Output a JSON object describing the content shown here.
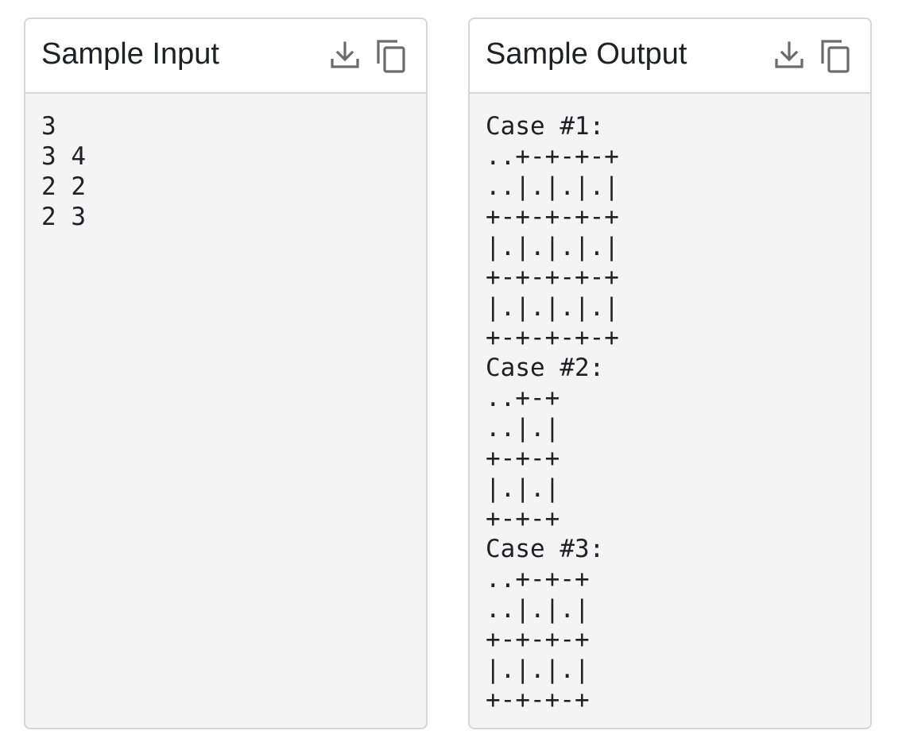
{
  "sample_input": {
    "title": "Sample Input",
    "download_icon": "download-icon",
    "copy_icon": "copy-icon",
    "content": "3\n3 4\n2 2\n2 3"
  },
  "sample_output": {
    "title": "Sample Output",
    "download_icon": "download-icon",
    "copy_icon": "copy-icon",
    "content": "Case #1:\n..+-+-+-+\n..|.|.|.|\n+-+-+-+-+\n|.|.|.|.|\n+-+-+-+-+\n|.|.|.|.|\n+-+-+-+-+\nCase #2:\n..+-+\n..|.|\n+-+-+\n|.|.|\n+-+-+\nCase #3:\n..+-+-+\n..|.|.|\n+-+-+-+\n|.|.|.|\n+-+-+-+"
  },
  "colors": {
    "icon": "#6b6b6b",
    "border": "#d6d6d6",
    "body_bg": "#f4f4f4",
    "text": "#202124"
  }
}
